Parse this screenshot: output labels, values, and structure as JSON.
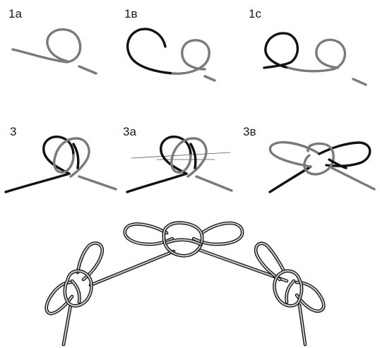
{
  "steps": [
    {
      "id": "1a",
      "label": "1a"
    },
    {
      "id": "1b",
      "label": "1в"
    },
    {
      "id": "1c",
      "label": "1c"
    },
    {
      "id": "3",
      "label": "3"
    },
    {
      "id": "3a",
      "label": "3a"
    },
    {
      "id": "3b",
      "label": "3в"
    }
  ],
  "colors": {
    "rope_dark": "#111111",
    "rope_light": "#7a7a7a",
    "rope_outline": "#111111",
    "rope_fill": "#cfcfcf",
    "background": "#ffffff"
  }
}
